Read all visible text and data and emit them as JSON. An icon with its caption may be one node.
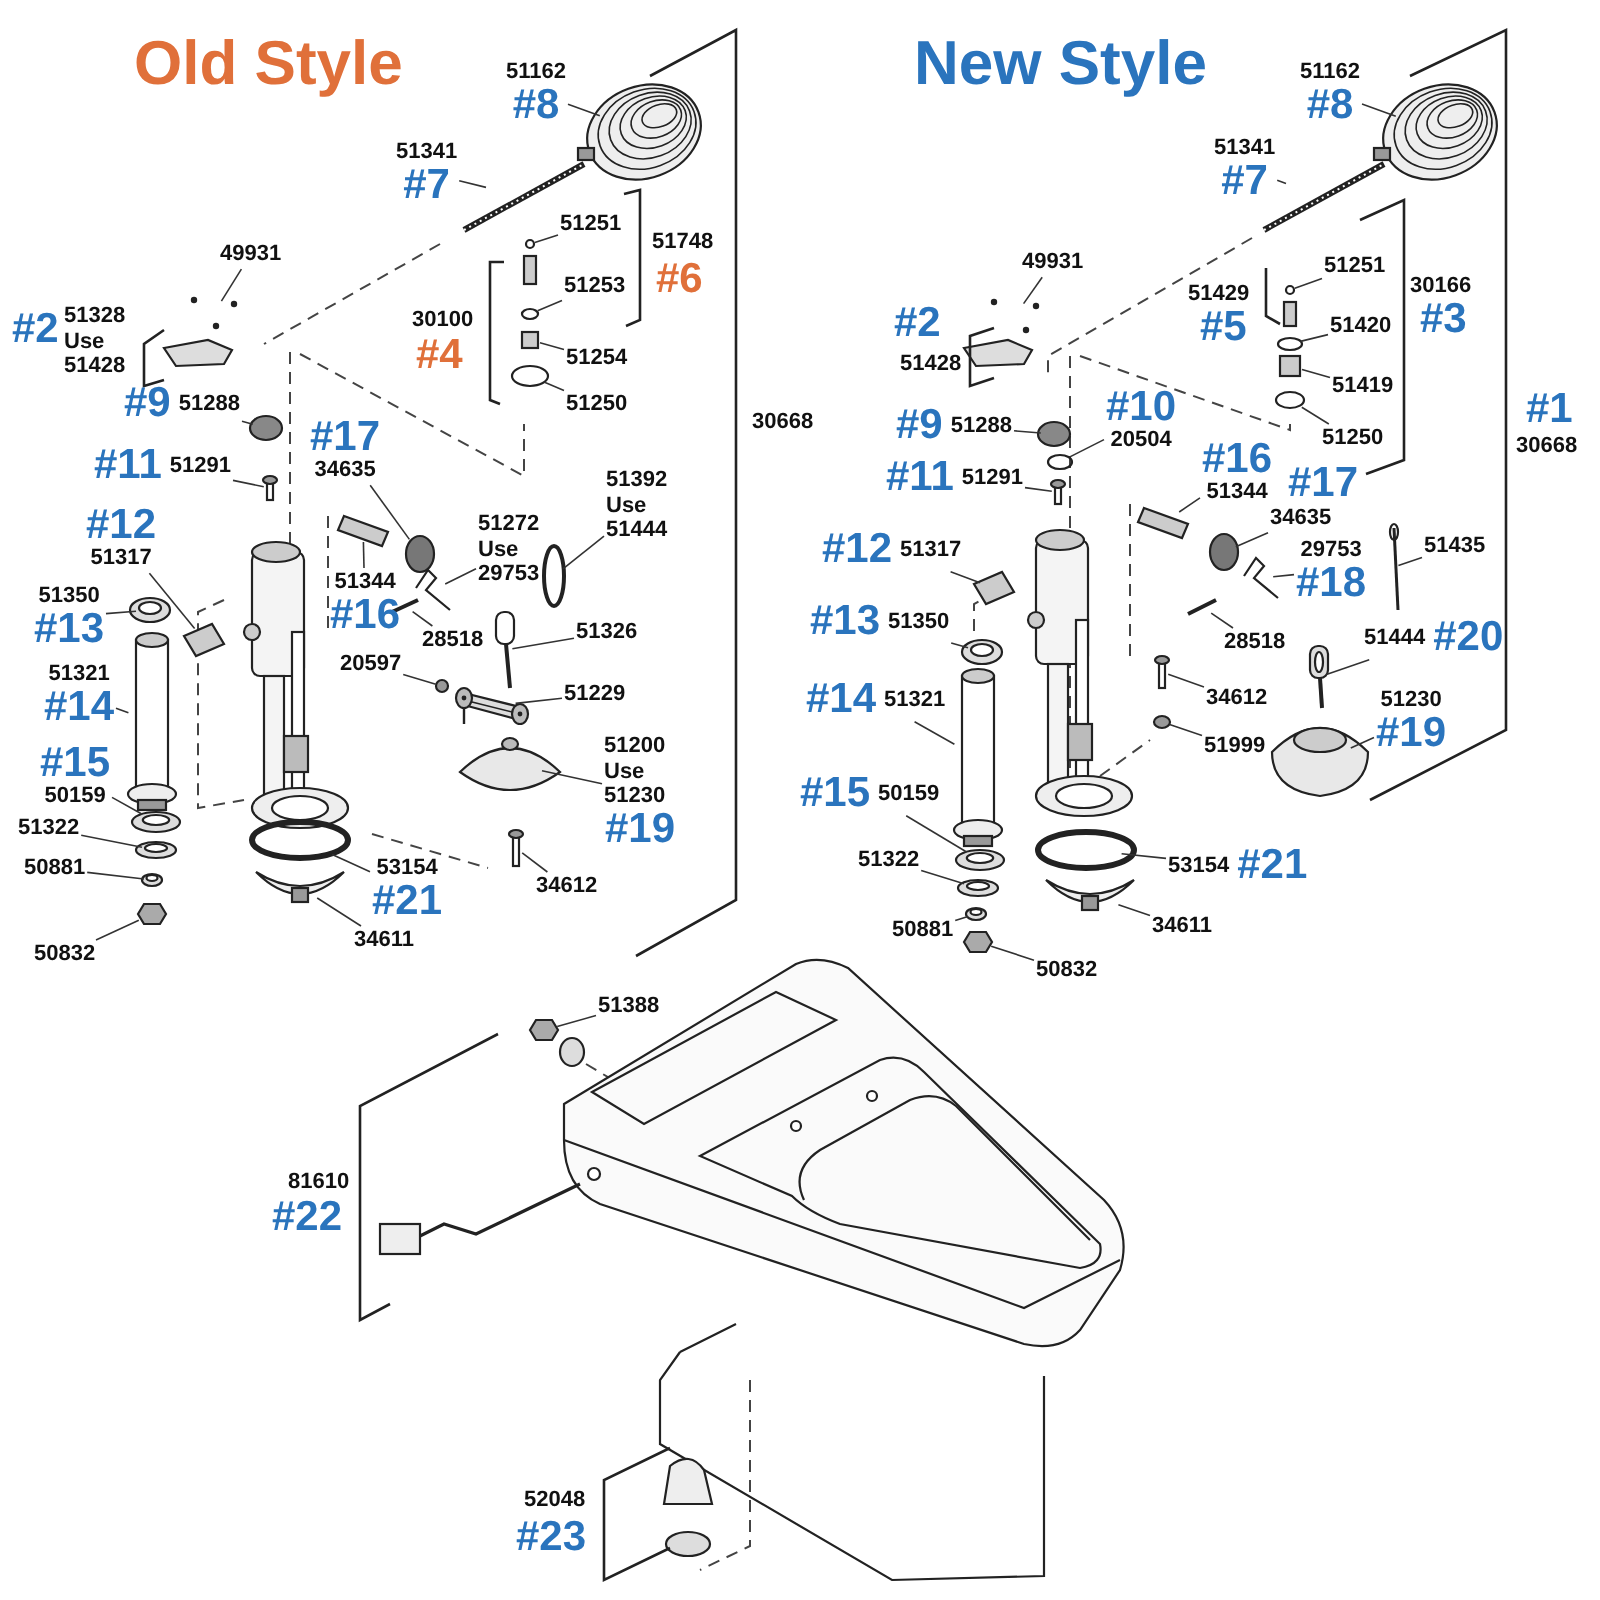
{
  "diagram": {
    "nodes": [
      {
        "text": [
          "51162",
          "#8"
        ]
      },
      {
        "text": [
          "51341",
          "#7"
        ]
      },
      {
        "text": [
          "49931"
        ]
      },
      {
        "text": [
          "#9",
          "51288"
        ]
      },
      {
        "text": [
          "51251"
        ]
      },
      {
        "text": [
          "51253"
        ]
      },
      {
        "text": [
          "51254"
        ]
      },
      {
        "text": [
          "51250"
        ]
      },
      {
        "text": [
          "#11",
          "51291"
        ]
      },
      {
        "text": [
          "#17",
          "34635"
        ]
      },
      {
        "text": [
          "51392 Use 51444"
        ]
      },
      {
        "text": [
          "#12",
          "51317"
        ]
      },
      {
        "text": [
          "51350",
          "#13"
        ]
      },
      {
        "text": [
          "51272 Use 29753"
        ]
      },
      {
        "text": [
          "51344",
          "#16"
        ]
      },
      {
        "text": [
          "28518"
        ]
      },
      {
        "text": [
          "20597"
        ]
      },
      {
        "text": [
          "51326"
        ]
      },
      {
        "text": [
          "51229"
        ]
      },
      {
        "text": [
          "51321",
          "#14"
        ]
      },
      {
        "text": [
          "51200 Use 51230",
          "#19"
        ]
      },
      {
        "text": [
          "#15",
          "50159"
        ]
      },
      {
        "text": [
          "51322"
        ]
      },
      {
        "text": [
          "50881"
        ]
      },
      {
        "text": [
          "50832"
        ]
      },
      {
        "text": [
          "53154",
          "#21"
        ]
      },
      {
        "text": [
          "34612"
        ]
      },
      {
        "text": [
          "34611"
        ]
      },
      {
        "text": [
          "51162",
          "#8"
        ]
      },
      {
        "text": [
          "51341",
          "#7"
        ]
      },
      {
        "text": [
          "49931"
        ]
      },
      {
        "text": [
          "51251"
        ]
      },
      {
        "text": [
          "51420"
        ]
      },
      {
        "text": [
          "51419"
        ]
      },
      {
        "text": [
          "51250"
        ]
      },
      {
        "text": [
          "#9",
          "51288"
        ]
      },
      {
        "text": [
          "#10",
          "20504"
        ]
      },
      {
        "text": [
          "#11",
          "51291"
        ]
      },
      {
        "text": [
          "#16",
          "51344"
        ]
      },
      {
        "text": [
          "34635"
        ]
      },
      {
        "text": [
          "51435"
        ]
      },
      {
        "text": [
          "#12",
          "51317"
        ]
      },
      {
        "text": [
          "29753",
          "#18"
        ]
      },
      {
        "text": [
          "#13",
          "51350"
        ]
      },
      {
        "text": [
          "28518"
        ]
      },
      {
        "text": [
          "51444",
          "#20"
        ]
      },
      {
        "text": [
          "#14",
          "51321"
        ]
      },
      {
        "text": [
          "34612"
        ]
      },
      {
        "text": [
          "51230",
          "#19"
        ]
      },
      {
        "text": [
          "51999"
        ]
      },
      {
        "text": [
          "#15",
          "50159"
        ]
      },
      {
        "text": [
          "51322"
        ]
      },
      {
        "text": [
          "53154",
          "#21"
        ]
      },
      {
        "text": [
          "50881"
        ]
      },
      {
        "text": [
          "34611"
        ]
      },
      {
        "text": [
          "50832"
        ]
      },
      {
        "text": [
          "51388"
        ]
      },
      {
        "text": [],
        "shape": "picture"
      },
      {
        "text": [],
        "shape": "picture"
      },
      {
        "text": [],
        "shape": "picture"
      },
      {
        "text": [],
        "shape": "circle"
      },
      {
        "text": [],
        "shape": "circle"
      },
      {
        "text": [],
        "shape": "circle"
      },
      {
        "text": [],
        "shape": "box"
      },
      {
        "text": [],
        "shape": "circle"
      },
      {
        "text": [],
        "shape": "picture"
      },
      {
        "text": [],
        "shape": "circle"
      },
      {
        "text": [],
        "shape": "circle"
      },
      {
        "text": [],
        "shape": "picture"
      },
      {
        "text": [],
        "shape": "picture"
      },
      {
        "text": [],
        "shape": "picture"
      },
      {
        "text": [],
        "shape": "picture"
      },
      {
        "text": [],
        "shape": "picture"
      },
      {
        "text": [],
        "shape": "circle"
      },
      {
        "text": [],
        "shape": "picture"
      },
      {
        "text": [],
        "shape": "picture"
      },
      {
        "text": [],
        "shape": "cylinder"
      },
      {
        "text": [],
        "shape": "picture"
      },
      {
        "text": [],
        "shape": "picture"
      },
      {
        "text": [],
        "shape": "picture"
      },
      {
        "text": [],
        "shape": "picture"
      },
      {
        "text": [],
        "shape": "hexagon"
      },
      {
        "text": [],
        "shape": "circle"
      },
      {
        "text": [],
        "shape": "picture"
      },
      {
        "text": [],
        "shape": "picture"
      },
      {
        "text": [],
        "shape": "picture"
      },
      {
        "text": [],
        "shape": "picture"
      },
      {
        "text": [],
        "shape": "picture"
      },
      {
        "text": [],
        "shape": "circle"
      },
      {
        "text": [],
        "shape": "circle"
      },
      {
        "text": [],
        "shape": "box"
      },
      {
        "text": [],
        "shape": "circle"
      },
      {
        "text": [],
        "shape": "circle"
      },
      {
        "text": [],
        "shape": "circle"
      },
      {
        "text": [],
        "shape": "picture"
      },
      {
        "text": [],
        "shape": "picture"
      },
      {
        "text": [],
        "shape": "circle"
      },
      {
        "text": [],
        "shape": "picture"
      },
      {
        "text": [],
        "shape": "picture"
      },
      {
        "text": [],
        "shape": "picture"
      },
      {
        "text": [],
        "shape": "picture"
      },
      {
        "text": [],
        "shape": "picture"
      },
      {
        "text": [],
        "shape": "picture"
      },
      {
        "text": [],
        "shape": "cylinder"
      },
      {
        "text": [],
        "shape": "picture"
      },
      {
        "text": [],
        "shape": "picture"
      },
      {
        "text": [],
        "shape": "circle"
      },
      {
        "text": [],
        "shape": "picture"
      },
      {
        "text": [],
        "shape": "picture"
      },
      {
        "text": [],
        "shape": "circle"
      },
      {
        "text": [],
        "shape": "picture"
      },
      {
        "text": [],
        "shape": "picture"
      },
      {
        "text": [],
        "shape": "hexagon"
      },
      {
        "text": [],
        "shape": "hexagon"
      }
    ],
    "edges": [
      {
        "from": 0,
        "to": 57,
        "arrow": "none"
      },
      {
        "from": 1,
        "to": 58,
        "arrow": "none"
      },
      {
        "from": 2,
        "to": 59,
        "arrow": "none"
      },
      {
        "from": 3,
        "to": 60,
        "arrow": "none"
      },
      {
        "from": 4,
        "to": 61,
        "arrow": "none"
      },
      {
        "from": 5,
        "to": 62,
        "arrow": "none"
      },
      {
        "from": 6,
        "to": 63,
        "arrow": "none"
      },
      {
        "from": 7,
        "to": 64,
        "arrow": "none"
      },
      {
        "from": 8,
        "to": 65,
        "arrow": "none"
      },
      {
        "from": 9,
        "to": 66,
        "arrow": "none"
      },
      {
        "from": 10,
        "to": 67,
        "arrow": "none"
      },
      {
        "from": 11,
        "to": 68,
        "arrow": "none"
      },
      {
        "from": 12,
        "to": 69,
        "arrow": "none"
      },
      {
        "from": 13,
        "to": 70,
        "arrow": "none"
      },
      {
        "from": 14,
        "to": 71,
        "arrow": "none"
      },
      {
        "from": 15,
        "to": 72,
        "arrow": "none"
      },
      {
        "from": 16,
        "to": 73,
        "arrow": "none"
      },
      {
        "from": 17,
        "to": 74,
        "arrow": "none"
      },
      {
        "from": 18,
        "to": 75,
        "arrow": "none"
      },
      {
        "from": 19,
        "to": 76,
        "arrow": "none"
      },
      {
        "from": 20,
        "to": 77,
        "arrow": "none"
      },
      {
        "from": 21,
        "to": 78,
        "arrow": "none"
      },
      {
        "from": 22,
        "to": 79,
        "arrow": "none"
      },
      {
        "from": 23,
        "to": 80,
        "arrow": "none"
      },
      {
        "from": 24,
        "to": 81,
        "arrow": "none"
      },
      {
        "from": 25,
        "to": 82,
        "arrow": "none"
      },
      {
        "from": 26,
        "to": 83,
        "arrow": "none"
      },
      {
        "from": 27,
        "to": 84,
        "arrow": "none"
      },
      {
        "from": 28,
        "to": 85,
        "arrow": "none"
      },
      {
        "from": 29,
        "to": 86,
        "arrow": "none"
      },
      {
        "from": 30,
        "to": 87,
        "arrow": "none"
      },
      {
        "from": 31,
        "to": 88,
        "arrow": "none"
      },
      {
        "from": 32,
        "to": 89,
        "arrow": "none"
      },
      {
        "from": 33,
        "to": 90,
        "arrow": "none"
      },
      {
        "from": 34,
        "to": 91,
        "arrow": "none"
      },
      {
        "from": 35,
        "to": 92,
        "arrow": "none"
      },
      {
        "from": 36,
        "to": 93,
        "arrow": "none"
      },
      {
        "from": 37,
        "to": 94,
        "arrow": "none"
      },
      {
        "from": 38,
        "to": 95,
        "arrow": "none"
      },
      {
        "from": 39,
        "to": 96,
        "arrow": "none"
      },
      {
        "from": 40,
        "to": 97,
        "arrow": "none"
      },
      {
        "from": 41,
        "to": 98,
        "arrow": "none"
      },
      {
        "from": 42,
        "to": 99,
        "arrow": "none"
      },
      {
        "from": 43,
        "to": 100,
        "arrow": "none"
      },
      {
        "from": 44,
        "to": 101,
        "arrow": "none"
      },
      {
        "from": 45,
        "to": 102,
        "arrow": "none"
      },
      {
        "from": 46,
        "to": 103,
        "arrow": "none"
      },
      {
        "from": 47,
        "to": 104,
        "arrow": "none"
      },
      {
        "from": 48,
        "to": 105,
        "arrow": "none"
      },
      {
        "from": 49,
        "to": 106,
        "arrow": "none"
      },
      {
        "from": 50,
        "to": 107,
        "arrow": "none"
      },
      {
        "from": 51,
        "to": 108,
        "arrow": "none"
      },
      {
        "from": 52,
        "to": 109,
        "arrow": "none"
      },
      {
        "from": 53,
        "to": 110,
        "arrow": "none"
      },
      {
        "from": 54,
        "to": 111,
        "arrow": "none"
      },
      {
        "from": 55,
        "to": 112,
        "arrow": "none"
      },
      {
        "from": 56,
        "to": 113,
        "arrow": "none"
      }
    ],
    "labels": [
      "Old Style",
      "New Style",
      "#2",
      "51328 Use 51428",
      "51748",
      "#6",
      "30100",
      "#4",
      "30668",
      "#2",
      "51428",
      "51429",
      "#5",
      "30166",
      "#3",
      "#1",
      "30668",
      "#17",
      "81610",
      "#22",
      "52048",
      "#23"
    ]
  }
}
